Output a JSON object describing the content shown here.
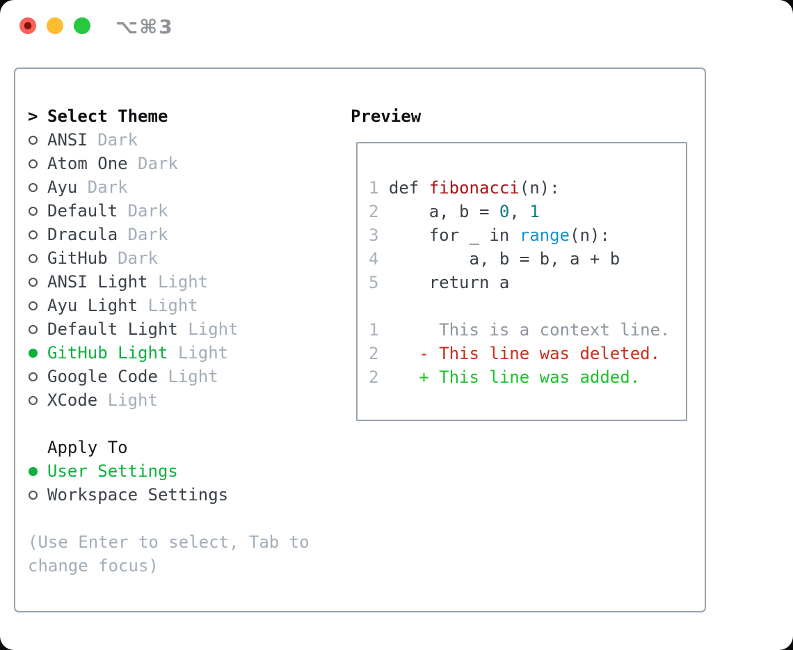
{
  "titlebar": {
    "title": "⌥⌘3"
  },
  "theme_list": {
    "header": "Select Theme",
    "header_prefix": ">",
    "items": [
      {
        "name": "ANSI",
        "variant": "Dark",
        "selected": false
      },
      {
        "name": "Atom One",
        "variant": "Dark",
        "selected": false
      },
      {
        "name": "Ayu",
        "variant": "Dark",
        "selected": false
      },
      {
        "name": "Default",
        "variant": "Dark",
        "selected": false
      },
      {
        "name": "Dracula",
        "variant": "Dark",
        "selected": false
      },
      {
        "name": "GitHub",
        "variant": "Dark",
        "selected": false
      },
      {
        "name": "ANSI Light",
        "variant": "Light",
        "selected": false
      },
      {
        "name": "Ayu Light",
        "variant": "Light",
        "selected": false
      },
      {
        "name": "Default Light",
        "variant": "Light",
        "selected": false
      },
      {
        "name": "GitHub Light",
        "variant": "Light",
        "selected": true
      },
      {
        "name": "Google Code",
        "variant": "Light",
        "selected": false
      },
      {
        "name": "XCode",
        "variant": "Light",
        "selected": false
      }
    ]
  },
  "apply_to": {
    "header": "Apply To",
    "options": [
      {
        "name": "User Settings",
        "selected": true
      },
      {
        "name": "Workspace Settings",
        "selected": false
      }
    ]
  },
  "hint_lines": [
    "(Use Enter to select, Tab to",
    "change focus)"
  ],
  "preview": {
    "header": "Preview",
    "lines": [
      {
        "num": "1",
        "segments": [
          {
            "text": "def ",
            "style": "plain"
          },
          {
            "text": "fibonacci",
            "style": "function"
          },
          {
            "text": "(n):",
            "style": "plain"
          }
        ]
      },
      {
        "num": "2",
        "segments": [
          {
            "text": "    a, b = ",
            "style": "plain"
          },
          {
            "text": "0",
            "style": "number"
          },
          {
            "text": ", ",
            "style": "plain"
          },
          {
            "text": "1",
            "style": "number"
          }
        ]
      },
      {
        "num": "3",
        "segments": [
          {
            "text": "    for _ in ",
            "style": "plain"
          },
          {
            "text": "range",
            "style": "builtin"
          },
          {
            "text": "(n):",
            "style": "plain"
          }
        ]
      },
      {
        "num": "4",
        "segments": [
          {
            "text": "        a, b = b, a + b",
            "style": "plain"
          }
        ]
      },
      {
        "num": "5",
        "segments": [
          {
            "text": "    return a",
            "style": "plain"
          }
        ]
      },
      {
        "num": "",
        "segments": []
      },
      {
        "num": "1",
        "segments": [
          {
            "text": "     This is a context line.",
            "style": "context"
          }
        ]
      },
      {
        "num": "2",
        "segments": [
          {
            "text": "   - This line was deleted.",
            "style": "deleted"
          }
        ]
      },
      {
        "num": "2",
        "segments": [
          {
            "text": "   + This line was added.",
            "style": "added"
          }
        ]
      }
    ]
  },
  "colors": {
    "selected_green": "#0cb13c",
    "added_green": "#1bc229",
    "deleted_red": "#d02a18",
    "function_red": "#ad1316",
    "builtin_blue": "#1493cf",
    "number_teal": "#0e7c82",
    "dark_text": "#3b4149",
    "black_text": "#0d0f12",
    "muted_gray": "#a3adb9",
    "lineno_gray": "#a8b1bc",
    "context_gray": "#8f959d",
    "panel_border": "#98a2ac",
    "traffic_red": "#fe5f57",
    "traffic_red_dot": "#7e150d",
    "traffic_yellow": "#febc2f",
    "traffic_green": "#27c840",
    "title_gray": "#8e9297"
  }
}
